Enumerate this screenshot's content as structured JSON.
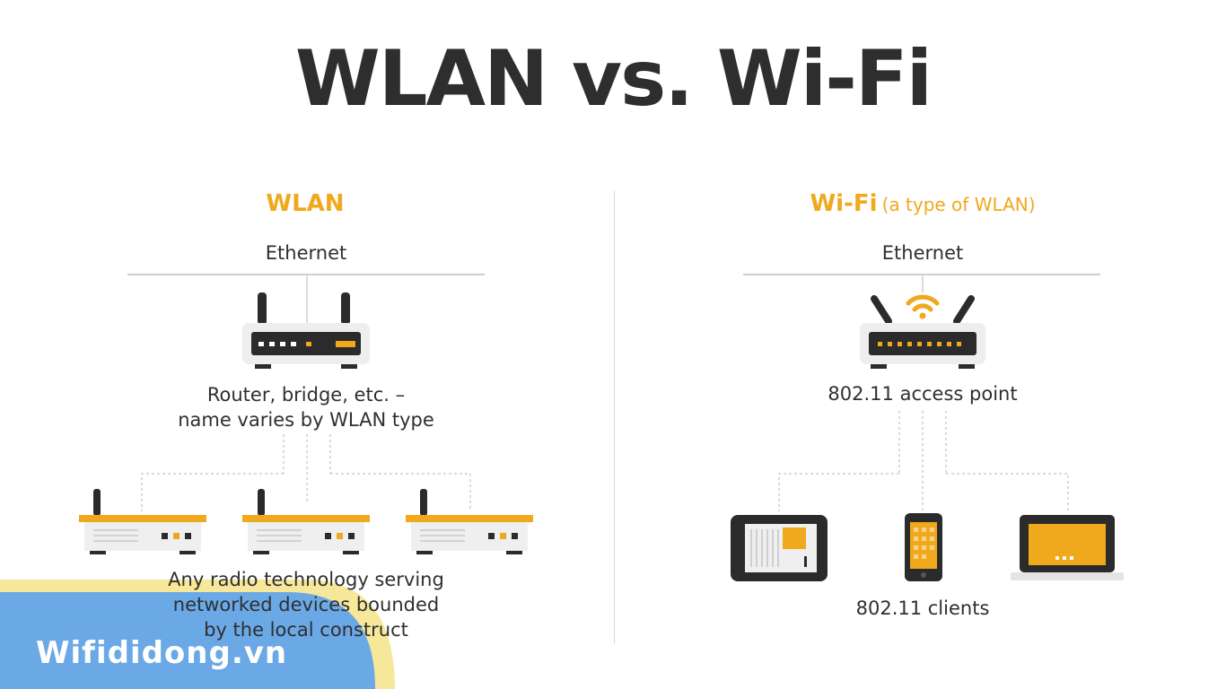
{
  "title": "WLAN vs. Wi-Fi",
  "left": {
    "heading": "WLAN",
    "uplink": "Ethernet",
    "device_label_line1": "Router, bridge, etc. –",
    "device_label_line2": "name varies by WLAN type",
    "nodes_label_line1": "Any radio technology serving",
    "nodes_label_line2": "networked devices bounded",
    "nodes_label_line3": "by the local construct"
  },
  "right": {
    "heading": "Wi-Fi",
    "heading_note": "(a type of WLAN)",
    "uplink": "Ethernet",
    "device_label": "802.11 access point",
    "clients_label": "802.11 clients"
  },
  "watermark": "Wifididong.vn",
  "colors": {
    "accent": "#f0a81c",
    "dark": "#2b2b2b",
    "device_body": "#efefef",
    "watermark_blue": "#6aa8e6",
    "watermark_yellow": "#f6e79a"
  }
}
